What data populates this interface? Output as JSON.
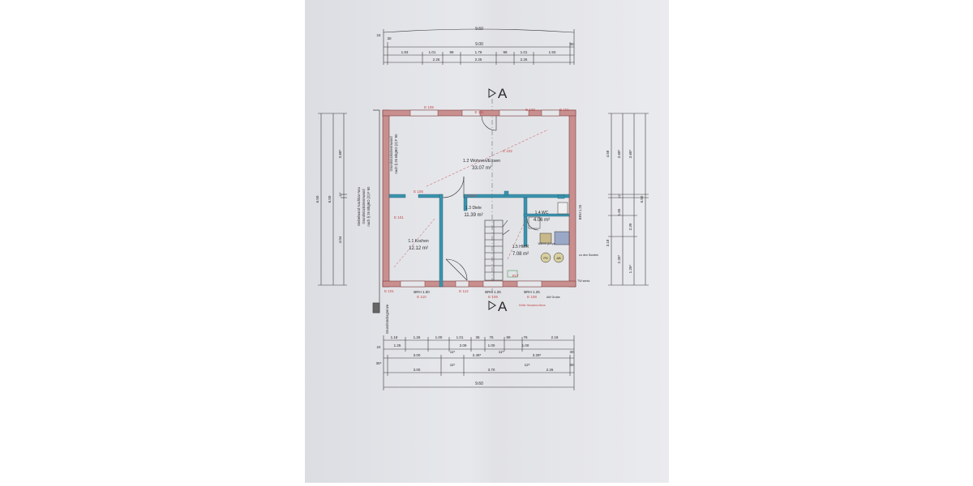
{
  "section_marks": {
    "top": "A",
    "bottom": "A"
  },
  "rooms": [
    {
      "name": "1.2 Wohnen/Essen",
      "area": "33.07 m²"
    },
    {
      "name": "1.3 Diele",
      "area": "11.39 m²"
    },
    {
      "name": "1.4 WC",
      "area": "4.06 m²"
    },
    {
      "name": "1.1 Kochen",
      "area": "12.12 m²"
    },
    {
      "name": "1.5 HWR",
      "area": "7.08 m²"
    }
  ],
  "wall_labels": {
    "left_wall_1": "Grundstückstrennwand",
    "left_wall_2": "nach § 26 BbgBO (2) F 90",
    "far_left_1": "Giebelwand Nachbar Neu",
    "far_left_2": "Grundstückstrennwand",
    "far_left_3": "nach § 26 BbgBO (2) F 90",
    "property_line": "Grundstücksgrenze"
  },
  "window_labels": {
    "top_1": "E 109",
    "top_2": "E 111",
    "top_3": "E 109",
    "top_4": "E 101",
    "mid_left": "E 105",
    "mid_center": "E 107",
    "mid_diag": "E 102",
    "left_room": "E 101",
    "bottom_left": "E 101",
    "bottom_2": "E 110",
    "bottom_3": "E 112",
    "bottom_4": "E 109",
    "bottom_5": "E 108",
    "brh_1": "BRH 1.00",
    "brh_2": "BRH 1.25",
    "brh_3": "BRH 1.25",
    "brh_4": "BRH 1.25"
  },
  "fixtures": {
    "heat_pump": "Wärme-pumpe",
    "ps": "PS",
    "ab": "AB",
    "elt": "ELT",
    "ground": "zu den Sonden",
    "tw": "TW senkr.",
    "aw": "AW Grube",
    "outside": "Keller Hausanschluss"
  },
  "dims_top": {
    "row1": [
      "9.60"
    ],
    "row2": [
      "24",
      "30",
      "9.00",
      "30"
    ],
    "row3": [
      "1.93",
      "1.01",
      "98",
      "1.76",
      "98",
      "1.01",
      "1.93"
    ],
    "row4": [
      "2.25",
      "2.25",
      "2.25"
    ]
  },
  "dims_bottom": {
    "row1": [
      "1.18",
      "1.26",
      "1.00",
      "1.01",
      "36",
      "76",
      "89",
      "76",
      "2.18"
    ],
    "row2": [
      "1.25",
      "2.09",
      "1.00",
      "1.00"
    ],
    "row3": [
      "24",
      "3.00",
      "11⁵",
      "2.48⁵",
      "11⁵",
      "3.28⁵",
      "30"
    ],
    "row4": [
      "36⁵",
      "3.00",
      "11⁵",
      "3.70",
      "12⁵",
      "2.26",
      "30"
    ],
    "row5": [
      "9.60"
    ]
  },
  "dims_left": [
    "6.50",
    "6.50",
    "3.68⁵",
    "11⁵",
    "4.04"
  ],
  "dims_right": [
    "4.58",
    "3.68⁵",
    "3.68⁵",
    "11⁵",
    "1.65",
    "2.39",
    "3.18",
    "2.26⁵",
    "1.26⁵",
    "6.50"
  ]
}
